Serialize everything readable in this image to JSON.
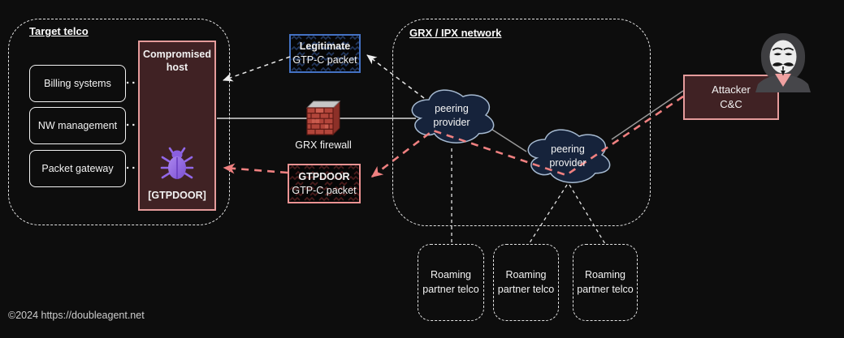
{
  "page": {
    "copyright": "©2024 https://doubleagent.net"
  },
  "target_telco": {
    "title": "Target telco",
    "systems": [
      {
        "label": "Billing systems"
      },
      {
        "label": "NW management"
      },
      {
        "label": "Packet gateway"
      }
    ],
    "compromised_host": {
      "title_line1": "Compromised",
      "title_line2": "host",
      "malware_label": "[GTPDOOR]"
    }
  },
  "packets": {
    "legitimate": {
      "line1": "Legitimate",
      "line2": "GTP-C packet"
    },
    "gtpdoor": {
      "line1": "GTPDOOR",
      "line2": "GTP-C packet"
    }
  },
  "firewall": {
    "label": "GRX firewall"
  },
  "grx_network": {
    "title": "GRX / IPX network",
    "clouds": [
      {
        "line1": "peering",
        "line2": "provider"
      },
      {
        "line1": "peering",
        "line2": "provider"
      }
    ]
  },
  "attacker": {
    "line1": "Attacker",
    "line2": "C&C"
  },
  "roaming_partners": [
    {
      "line1": "Roaming",
      "line2": "partner telco"
    },
    {
      "line1": "Roaming",
      "line2": "partner telco"
    },
    {
      "line1": "Roaming",
      "line2": "partner telco"
    }
  ],
  "colors": {
    "background": "#0d0d0d",
    "maroon_fill": "#402224",
    "salmon_border": "#e59b9b",
    "legit_blue_border": "#4472c4",
    "red_dashed_flow": "#ef8080",
    "white_dashed_flow": "#e8e8e8",
    "cloud_fill": "#16233b",
    "cloud_stroke": "#a6bad1",
    "bug_purple": "#9268e8"
  }
}
